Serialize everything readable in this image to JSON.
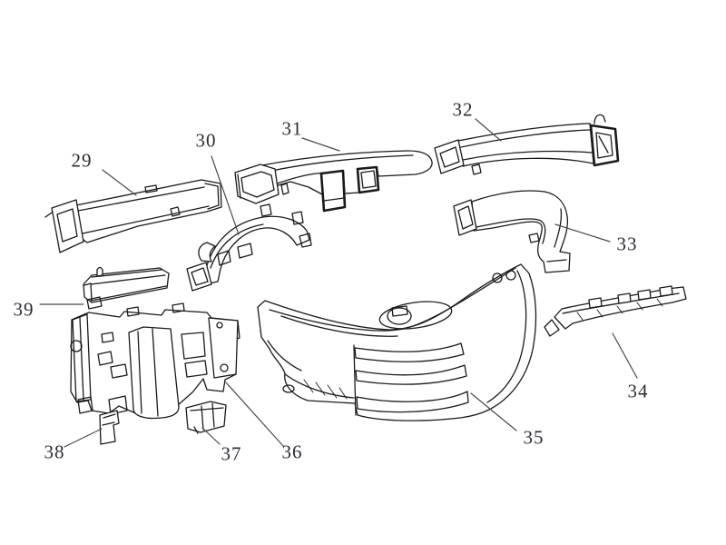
{
  "diagram": {
    "kind": "exploded-parts-line-drawing",
    "subject": "instrument panel air ducts and brackets",
    "colors": {
      "background": "#ffffff",
      "artwork": "#1a1a1a",
      "label": "#2b2b33",
      "leader_line": "#4a4a4a"
    },
    "callouts": [
      {
        "number": "29",
        "part": "air-duct-left-drawing"
      },
      {
        "number": "30",
        "part": "curved-center-duct-drawing"
      },
      {
        "number": "31",
        "part": "center-distribution-duct-drawing"
      },
      {
        "number": "32",
        "part": "air-duct-right-drawing"
      },
      {
        "number": "33",
        "part": "elbow-duct-drawing"
      },
      {
        "number": "34",
        "part": "mounting-rail-bracket-drawing"
      },
      {
        "number": "35",
        "part": "lower-panel-assembly-drawing"
      },
      {
        "number": "36",
        "part": "heater-bracket-assembly-drawing"
      },
      {
        "number": "37",
        "part": "small-bracket-drawing"
      },
      {
        "number": "38",
        "part": "small-clip-drawing"
      },
      {
        "number": "39",
        "part": "trim-strip-drawing"
      }
    ]
  }
}
